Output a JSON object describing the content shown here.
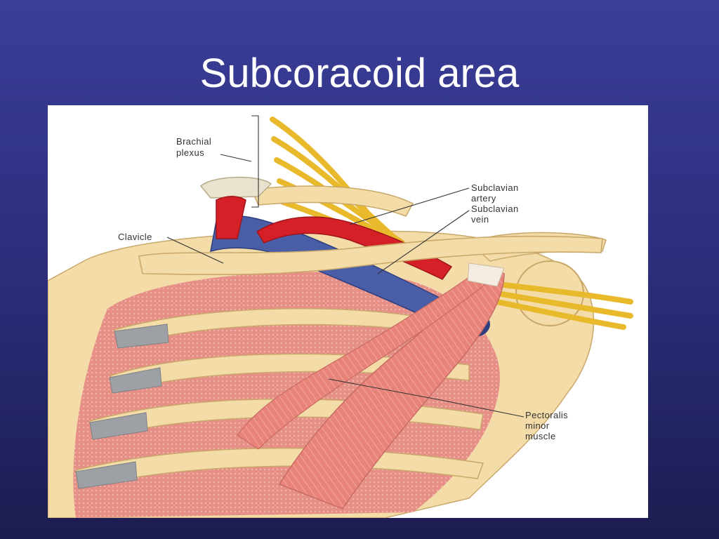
{
  "slide": {
    "title": "Subcoracoid area",
    "background_color": "#2e3184",
    "title_color": "#ffffff"
  },
  "figure": {
    "labels": {
      "brachial_plexus": [
        "Brachial",
        "plexus"
      ],
      "clavicle": [
        "Clavicle"
      ],
      "subclavian_artery": [
        "Subclavian",
        "artery"
      ],
      "subclavian_vein": [
        "Subclavian",
        "vein"
      ],
      "pectoralis_minor": [
        "Pectoralis",
        "minor",
        "muscle"
      ]
    },
    "colors": {
      "bone": "#f3dca8",
      "bone_outline": "#c9a86a",
      "muscle": "#e8837a",
      "muscle_light": "#f2a9a0",
      "artery": "#d62027",
      "vein": "#4a5ea8",
      "nerve": "#e9b92c",
      "cartilage": "#9da0a5",
      "label_text": "#333333"
    }
  }
}
